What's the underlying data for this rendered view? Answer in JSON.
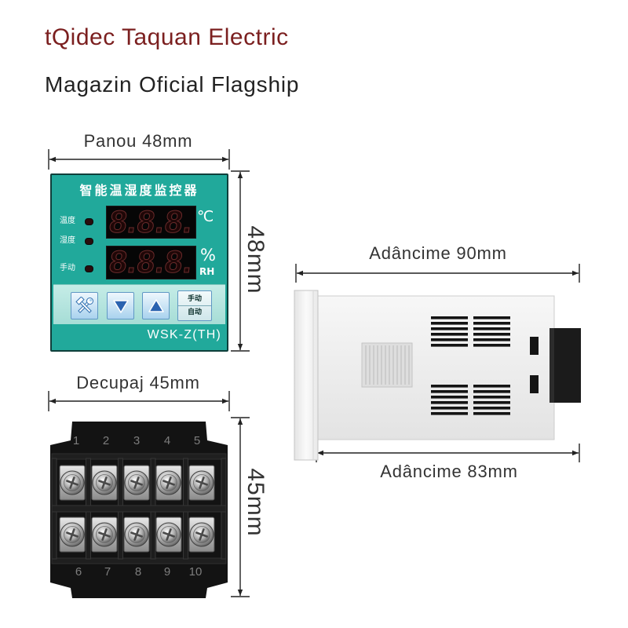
{
  "header": {
    "brand": "tQidec Taquan Electric",
    "store": "Magazin Oficial Flagship"
  },
  "colors": {
    "brand": "#7b1f1f",
    "panel": "#21a99b",
    "dimension": "#222222"
  },
  "front_panel": {
    "width_label": "Panou 48mm",
    "height_label": "48mm",
    "title": "智能温湿度监控器",
    "indicators": [
      {
        "label": "温度"
      },
      {
        "label": "湿度"
      },
      {
        "label": "手动"
      }
    ],
    "displays": [
      {
        "digits": "8.8.8.",
        "unit": "℃"
      },
      {
        "digits": "8.8.8.",
        "unit": "%",
        "unit_sub": "RH"
      }
    ],
    "buttons": [
      {
        "icon": "tools-icon"
      },
      {
        "icon": "down-triangle-icon"
      },
      {
        "icon": "up-triangle-icon"
      },
      {
        "label_top": "手动",
        "label_bottom": "自动"
      }
    ],
    "model": "WSK-Z(TH)"
  },
  "terminal_block": {
    "width_label": "Decupaj 45mm",
    "height_label": "45mm",
    "top_numbers": [
      "1",
      "2",
      "3",
      "4",
      "5"
    ],
    "bottom_numbers": [
      "6",
      "7",
      "8",
      "9",
      "10"
    ]
  },
  "side_view": {
    "total_depth_label": "Adâncime 90mm",
    "body_depth_label": "Adâncime 83mm"
  }
}
